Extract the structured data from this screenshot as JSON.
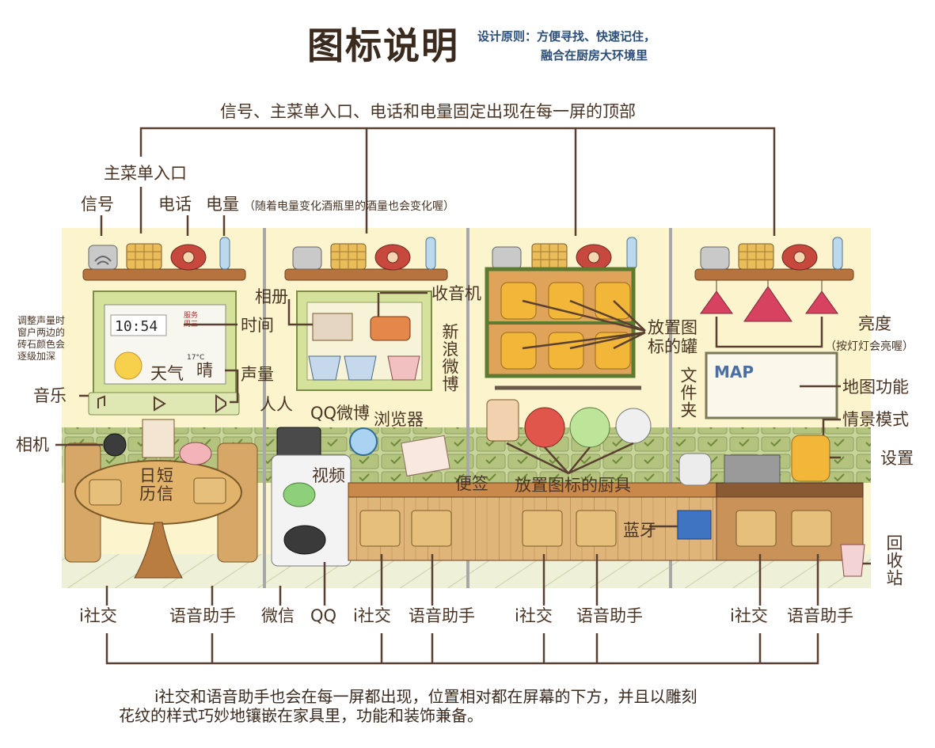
{
  "header": {
    "title": "图标说明",
    "principle_line1": "设计原则：方便寻找、快速记住，",
    "principle_line2": "融合在厨房大环境里"
  },
  "top": {
    "fixed_note": "信号、主菜单入口、电话和电量固定出现在每一屏的顶部",
    "main_menu": "主菜单入口",
    "signal": "信号",
    "phone": "电话",
    "battery": "电量",
    "battery_note": "（随着电量变化酒瓶里的酒量也会变化喔）"
  },
  "screen1": {
    "volume_note": [
      "调整声量时",
      "窗户两边的",
      "砖石颜色会",
      "逐级加深"
    ],
    "time_label": "时间",
    "clock": "10:54",
    "weather_label": "天气",
    "weather_value": "晴",
    "temp": "17°C",
    "note_line1": "服务",
    "note_line2": "周三",
    "volume_label": "声量",
    "music_label": "音乐",
    "camera_label": "相机",
    "calendar_label": [
      "日",
      "历"
    ],
    "sms_label": [
      "短",
      "信"
    ]
  },
  "screen2": {
    "album_label": "相册",
    "radio_label": "收音机",
    "sina_weibo_label": "新浪微博",
    "renren_label": "人人",
    "qq_weibo_label": "QQ微博",
    "browser_label": "浏览器",
    "video_label": "视频",
    "notes_label": "便签"
  },
  "screen3": {
    "jar_label": [
      "放置图",
      "标的罐"
    ],
    "utensil_label": "放置图标的厨具",
    "bluetooth_label": "蓝牙",
    "folder_label": "文件夹"
  },
  "screen4": {
    "brightness_label": "亮度",
    "brightness_note": "（按灯灯会亮喔）",
    "map_label": "地图功能",
    "map_text": "MAP",
    "scene_label": "情景模式",
    "settings_label": "设置",
    "recycle_label": "回收站"
  },
  "bottom": {
    "labels": [
      "i社交",
      "语音助手",
      "微信",
      "QQ",
      "i社交",
      "语音助手",
      "i社交",
      "语音助手",
      "i社交",
      "语音助手"
    ],
    "note_line1": "i社交和语音助手也会在每一屏都出现，位置相对都在屏幕的下方，并且以雕刻",
    "note_line2": "花纹的样式巧妙地镶嵌在家具里，功能和装饰兼备。"
  },
  "colors": {
    "wall": "#fbf5cf",
    "brick": "#b9c98a",
    "wood": "#c9894a",
    "line": "#5a4030",
    "jar": "#f2b638",
    "phone_red": "#c7483c"
  }
}
